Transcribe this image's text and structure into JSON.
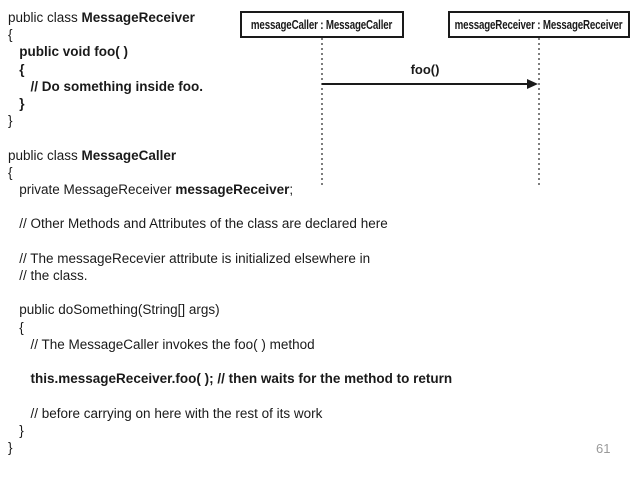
{
  "slide": {
    "page_number": "61"
  },
  "colors": {
    "background": "#ffffff",
    "text": "#1a1a1a",
    "box_border": "#1a1a1a",
    "lifeline_dash": "#7d7d7d",
    "page_number": "#9a9a9a"
  },
  "code_listing": {
    "lines": [
      {
        "segments": [
          {
            "text": "public class ",
            "bold": false
          },
          {
            "text": "MessageReceiver",
            "bold": true
          }
        ]
      },
      {
        "segments": [
          {
            "text": "{",
            "bold": false
          }
        ]
      },
      {
        "segments": [
          {
            "text": "   ",
            "bold": false
          },
          {
            "text": "public void foo( )",
            "bold": true
          }
        ]
      },
      {
        "segments": [
          {
            "text": "   ",
            "bold": false
          },
          {
            "text": "{",
            "bold": true
          }
        ]
      },
      {
        "segments": [
          {
            "text": "      ",
            "bold": false
          },
          {
            "text": "// Do something inside foo.",
            "bold": true
          }
        ]
      },
      {
        "segments": [
          {
            "text": "   ",
            "bold": false
          },
          {
            "text": "}",
            "bold": true
          }
        ]
      },
      {
        "segments": [
          {
            "text": "}",
            "bold": false
          }
        ]
      },
      {
        "segments": []
      },
      {
        "segments": [
          {
            "text": "public class ",
            "bold": false
          },
          {
            "text": "MessageCaller",
            "bold": true
          }
        ]
      },
      {
        "segments": [
          {
            "text": "{",
            "bold": false
          }
        ]
      },
      {
        "segments": [
          {
            "text": "   private MessageReceiver ",
            "bold": false
          },
          {
            "text": "messageReceiver",
            "bold": true
          },
          {
            "text": ";",
            "bold": false
          }
        ]
      },
      {
        "segments": []
      },
      {
        "segments": [
          {
            "text": "   // Other Methods and Attributes of the class are declared here",
            "bold": false
          }
        ]
      },
      {
        "segments": []
      },
      {
        "segments": [
          {
            "text": "   // The messageRecevier attribute is initialized elsewhere in",
            "bold": false
          }
        ]
      },
      {
        "segments": [
          {
            "text": "   // the class.",
            "bold": false
          }
        ]
      },
      {
        "segments": []
      },
      {
        "segments": [
          {
            "text": "   public doSomething(String[] args)",
            "bold": false
          }
        ]
      },
      {
        "segments": [
          {
            "text": "   {",
            "bold": false
          }
        ]
      },
      {
        "segments": [
          {
            "text": "      // The MessageCaller invokes the foo( ) method",
            "bold": false
          }
        ]
      },
      {
        "segments": []
      },
      {
        "segments": [
          {
            "text": "      ",
            "bold": false
          },
          {
            "text": "this.messageReceiver.foo( ); // then waits for the method to return",
            "bold": true
          }
        ]
      },
      {
        "segments": []
      },
      {
        "segments": [
          {
            "text": "      // before carrying on here with the rest of its work",
            "bold": false
          }
        ]
      },
      {
        "segments": [
          {
            "text": "   }",
            "bold": false
          }
        ]
      },
      {
        "segments": [
          {
            "text": "}",
            "bold": false
          }
        ]
      }
    ]
  },
  "sequence_diagram": {
    "lifelines": [
      {
        "label": "messageCaller : MessageCaller"
      },
      {
        "label": "messageReceiver : MessageReceiver"
      }
    ],
    "message": {
      "label": "foo()"
    }
  }
}
